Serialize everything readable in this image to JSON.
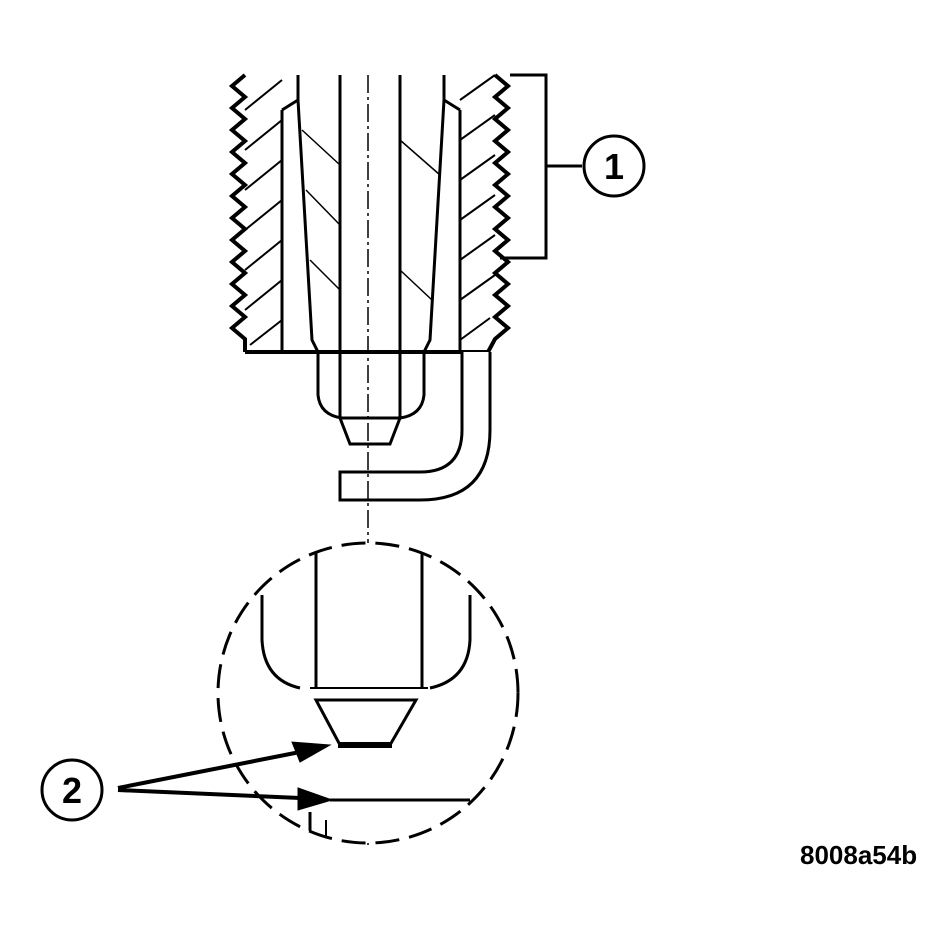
{
  "callouts": [
    {
      "label": "1"
    },
    {
      "label": "2"
    }
  ],
  "figure_id": "8008a54b",
  "colors": {
    "line": "#000000",
    "background": "#ffffff"
  }
}
